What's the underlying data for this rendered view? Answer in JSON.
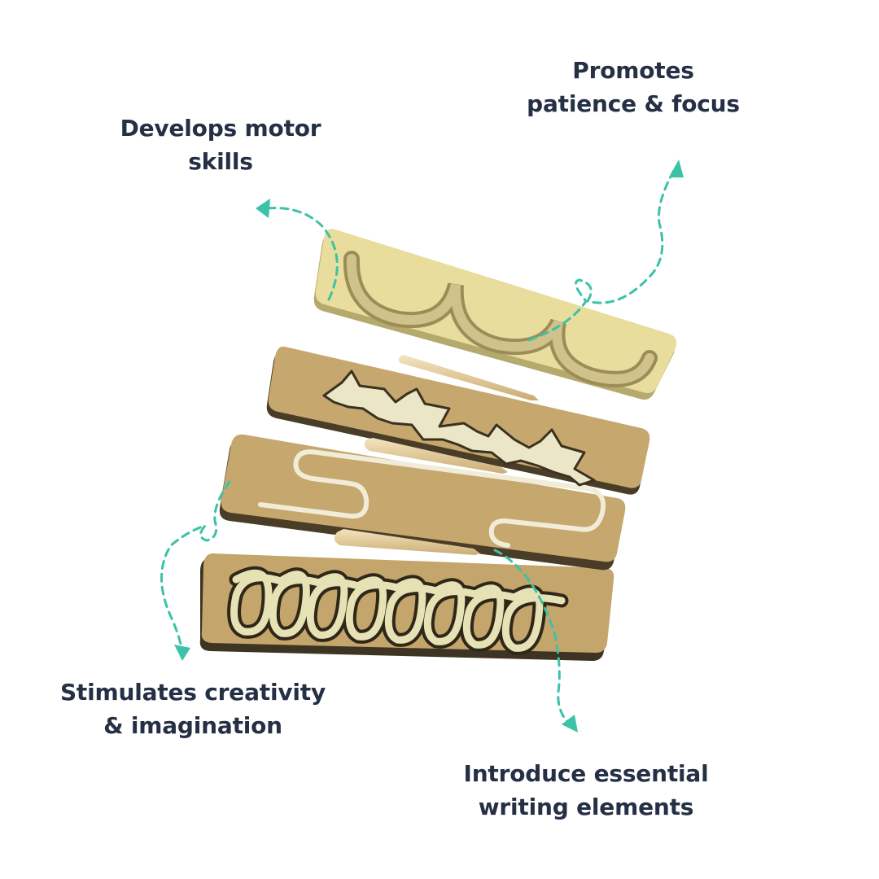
{
  "labels": {
    "promotes": [
      "Promotes",
      "patience & focus"
    ],
    "motor": [
      "Develops motor",
      "skills"
    ],
    "creativity": [
      "Stimulates creativity",
      "& imagination"
    ],
    "writing": [
      "Introduce essential",
      "writing elements"
    ]
  },
  "colors": {
    "text": "#253045",
    "arrow": "#3cc2a6",
    "board_light": "#e8dd9c",
    "board_kraft": "#c4a56c",
    "stylus": "#e2cc9c"
  },
  "icons": [
    "dashed-arrow-icon",
    "tracing-board-icon",
    "stylus-icon"
  ]
}
